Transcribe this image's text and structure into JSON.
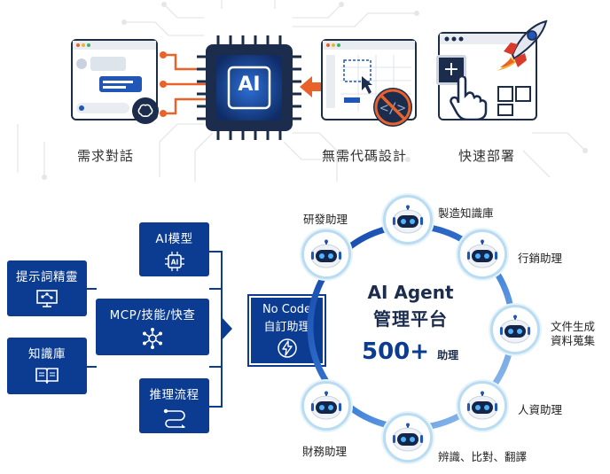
{
  "top_steps": [
    {
      "label": "需求對話"
    },
    {
      "label": "無需代碼設計"
    },
    {
      "label": "快速部署"
    }
  ],
  "chip_label": "AI",
  "left_boxes": [
    {
      "label": "提示詞精靈",
      "icon": "monitor-network-icon"
    },
    {
      "label": "知識庫",
      "icon": "book-icon"
    }
  ],
  "middle_boxes": [
    {
      "label": "AI模型",
      "icon": "ai-chip-icon"
    },
    {
      "label": "MCP/技能/快查",
      "icon": "network-node-icon"
    },
    {
      "label": "推理流程",
      "icon": "flow-icon"
    }
  ],
  "nocode": {
    "line1": "No Code",
    "line2": "自訂助理",
    "icon": "lightning-icon"
  },
  "center": {
    "title": "AI Agent",
    "subtitle": "管理平台",
    "count": "500+",
    "count_unit": "助理"
  },
  "agents": [
    {
      "label": "製造知識庫"
    },
    {
      "label": "行銷助理"
    },
    {
      "label": "文件生成",
      "label2": "資料蒐集"
    },
    {
      "label": "人資助理"
    },
    {
      "label": "辨識、比對、翻譯"
    },
    {
      "label": "財務助理"
    },
    {
      "label": "研發助理"
    }
  ],
  "colors": {
    "primary": "#0b3c91",
    "accent": "#e8622a",
    "ring": "#1f56b8"
  }
}
